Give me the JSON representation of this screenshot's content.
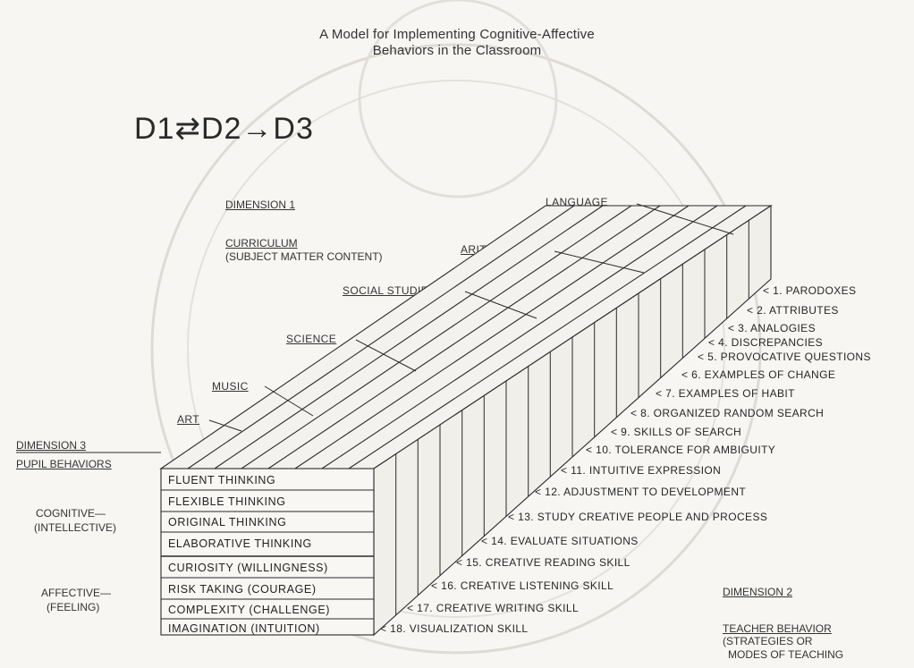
{
  "title": {
    "line1": "A Model for Implementing Cognitive-Affective",
    "line2": "Behaviors in the Classroom"
  },
  "formula": "D1⇄D2→D3",
  "dimension1": {
    "label": "DIMENSION 1",
    "curriculum": "CURRICULUM",
    "curriculum_sub": "(SUBJECT MATTER CONTENT)",
    "subjects": [
      "LANGUAGE",
      "ARITHMETIC",
      "SOCIAL STUDIES",
      "SCIENCE",
      "MUSIC",
      "ART"
    ]
  },
  "dimension3": {
    "label": "DIMENSION 3",
    "sub": "PUPIL BEHAVIORS",
    "cognitive": "COGNITIVE—",
    "cognitive_sub": "(INTELLECTIVE)",
    "affective": "AFFECTIVE—",
    "affective_sub": "(FEELING)",
    "behaviors": [
      "FLUENT THINKING",
      "FLEXIBLE THINKING",
      "ORIGINAL THINKING",
      "ELABORATIVE THINKING",
      "CURIOSITY (WILLINGNESS)",
      "RISK TAKING (COURAGE)",
      "COMPLEXITY (CHALLENGE)",
      "IMAGINATION (INTUITION)"
    ]
  },
  "dimension2": {
    "label": "DIMENSION 2",
    "sub1": "TEACHER BEHAVIOR",
    "sub2": "(STRATEGIES OR",
    "sub3": "MODES OF TEACHING",
    "modes": [
      "< 1. PARODOXES",
      "< 2. ATTRIBUTES",
      "< 3. ANALOGIES",
      "< 4. DISCREPANCIES",
      "< 5. PROVOCATIVE QUESTIONS",
      "< 6. EXAMPLES OF CHANGE",
      "< 7. EXAMPLES OF HABIT",
      "< 8. ORGANIZED RANDOM SEARCH",
      "< 9. SKILLS OF SEARCH",
      "< 10. TOLERANCE FOR AMBIGUITY",
      "< 11. INTUITIVE EXPRESSION",
      "< 12. ADJUSTMENT TO DEVELOPMENT",
      "< 13. STUDY CREATIVE PEOPLE AND PROCESS",
      "< 14. EVALUATE SITUATIONS",
      "< 15. CREATIVE READING SKILL",
      "< 16. CREATIVE LISTENING SKILL",
      "< 17. CREATIVE WRITING SKILL",
      "< 18. VISUALIZATION SKILL"
    ]
  },
  "colors": {
    "ink": "#2c2c2c",
    "paper": "#f7f6f3",
    "watermark": "#d9d6d0"
  }
}
